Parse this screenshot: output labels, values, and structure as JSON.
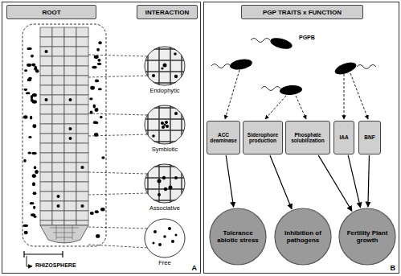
{
  "diagram": {
    "nodes": [
      {
        "text": [
          "A"
        ]
      },
      {
        "text": [
          "ROOT"
        ],
        "in": 0
      },
      {
        "text": [
          "INTERACTION"
        ],
        "in": 0
      },
      {
        "text": [
          "Endophytic"
        ],
        "in": 0
      },
      {
        "text": [
          "Symbiotic"
        ],
        "in": 0
      },
      {
        "text": [
          "Associative"
        ],
        "in": 0
      },
      {
        "text": [
          "Free"
        ],
        "in": 0
      },
      {
        "text": [
          "B"
        ]
      },
      {
        "text": [
          "PGP TRAITS x FUNCTION"
        ],
        "in": 7
      },
      {
        "text": [
          "ACC deaminase"
        ],
        "in": 7
      },
      {
        "text": [
          "Siderophore production"
        ],
        "in": 7
      },
      {
        "text": [
          "Phosphate solubilization"
        ],
        "in": 7
      },
      {
        "text": [
          "IAA"
        ],
        "in": 7
      },
      {
        "text": [
          "BNF"
        ],
        "in": 7
      },
      {
        "text": [
          "Tolerance abiotic stress"
        ],
        "in": 7
      },
      {
        "text": [
          "Inhibition of pathogens"
        ],
        "in": 7
      },
      {
        "text": [
          "Fertility Plant growth"
        ],
        "in": 7
      }
    ],
    "edges": [
      {
        "from": 9,
        "to": 14,
        "arrow": "to"
      },
      {
        "from": 10,
        "to": 15,
        "arrow": "to"
      },
      {
        "from": 11,
        "to": 16,
        "arrow": "to"
      },
      {
        "from": 12,
        "to": 16,
        "arrow": "to"
      },
      {
        "from": 13,
        "to": 16,
        "arrow": "to"
      }
    ],
    "labels": [
      "RHIZOSPHERE",
      "PGPB"
    ]
  }
}
